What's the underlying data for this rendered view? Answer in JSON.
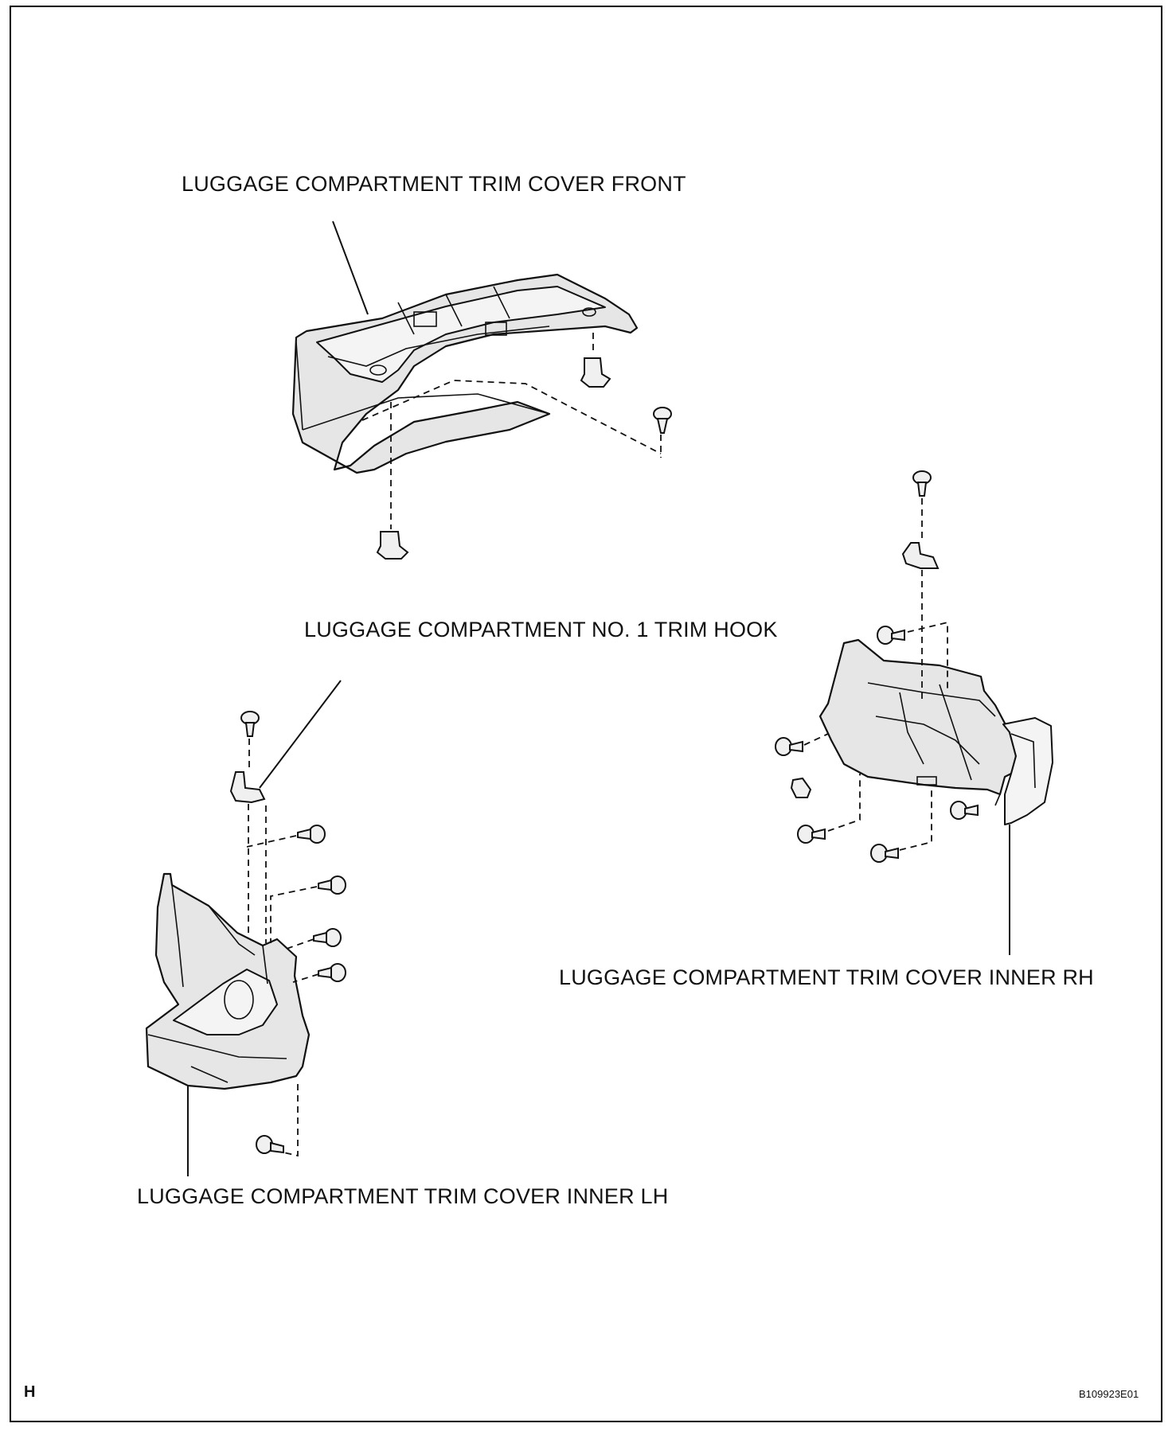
{
  "labels": {
    "front": "LUGGAGE COMPARTMENT TRIM COVER FRONT",
    "hook": "LUGGAGE COMPARTMENT NO. 1 TRIM HOOK",
    "inner_rh": "LUGGAGE COMPARTMENT TRIM COVER INNER RH",
    "inner_lh": "LUGGAGE COMPARTMENT TRIM COVER INNER LH"
  },
  "corner": {
    "section": "H",
    "figure_code": "B109923E01"
  }
}
